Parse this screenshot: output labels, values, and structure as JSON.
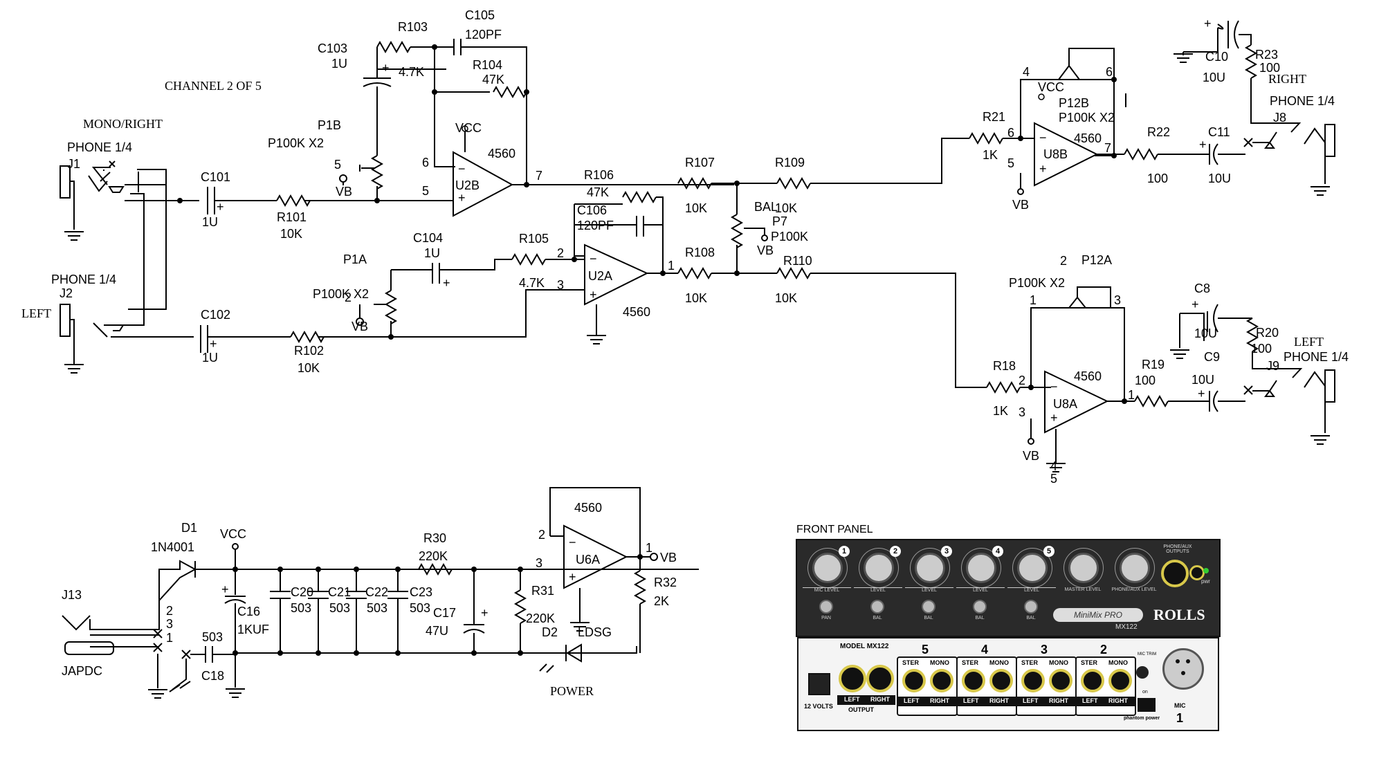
{
  "header": {
    "channel": "CHANNEL 2 OF 5"
  },
  "labels": {
    "mono_right": "MONO/RIGHT",
    "phone_j1": "PHONE 1/4",
    "j1": "J1",
    "phone_j2": "PHONE 1/4",
    "j2": "J2",
    "left_in": "LEFT",
    "c101": "C101",
    "c101_v": "1U",
    "c102": "C102",
    "c102_v": "1U",
    "r101": "R101",
    "r101_v": "10K",
    "r102": "R102",
    "r102_v": "10K",
    "p1b": "P1B",
    "p1b_v": "P100K X2",
    "p1a": "P1A",
    "p1a_v": "P100K X2",
    "vb": "VB",
    "vcc": "VCC",
    "opamp": "4560",
    "c103": "C103",
    "c103_v": "1U",
    "r103": "R103",
    "r103_v": "4.7K",
    "c105": "C105",
    "c105_v": "120PF",
    "r104": "R104",
    "r104_v": "47K",
    "u2b": "U2B",
    "u2a": "U2A",
    "r106": "R106",
    "r106_v": "47K",
    "c106": "C106",
    "c106_v": "120PF",
    "c104": "C104",
    "c104_v": "1U",
    "r105": "R105",
    "r105_v": "4.7K",
    "r107": "R107",
    "r107_v": "10K",
    "r108": "R108",
    "r108_v": "10K",
    "r109": "R109",
    "r109_v": "10K",
    "r110": "R110",
    "r110_v": "10K",
    "bal": "BAL",
    "p7": "P7",
    "p7_v": "P100K",
    "r21": "R21",
    "r21_v": "1K",
    "u8b": "U8B",
    "p12b": "P12B",
    "p12b_v": "P100K X2",
    "r22": "R22",
    "r22_v": "100",
    "c11": "C11",
    "c11_v": "10U",
    "c10": "C10",
    "c10_v": "10U",
    "r23": "R23",
    "r23_v": "100",
    "right_out": "RIGHT",
    "phone_j8": "PHONE 1/4",
    "j8": "J8",
    "r18": "R18",
    "r18_v": "1K",
    "u8a": "U8A",
    "p12a": "P12A",
    "p12a_v": "P100K X2",
    "r19": "R19",
    "r19_v": "100",
    "c9": "C9",
    "c9_v": "10U",
    "c8": "C8",
    "c8_v": "10U",
    "r20": "R20",
    "r20_v": "100",
    "left_out": "LEFT",
    "phone_j9": "PHONE 1/4",
    "j9": "J9",
    "d1": "D1",
    "d1_v": "1N4001",
    "j13": "J13",
    "japdc": "JAPDC",
    "c16": "C16",
    "c16_v": "1KUF",
    "c18": "C18",
    "c18_v": "503",
    "c20": "C20",
    "c21": "C21",
    "c22": "C22",
    "c23": "C23",
    "c_503": "503",
    "r30": "R30",
    "r30_v": "220K",
    "c17": "C17",
    "c17_v": "47U",
    "r31": "R31",
    "r31_v": "220K",
    "u6a": "U6A",
    "r32": "R32",
    "r32_v": "2K",
    "d2": "D2",
    "ldsg": "LDSG",
    "power": "POWER",
    "pins": [
      "1",
      "2",
      "3",
      "4",
      "5",
      "6",
      "7"
    ]
  },
  "panel": {
    "front_title": "FRONT PANEL",
    "channels": [
      "1",
      "2",
      "3",
      "4",
      "5"
    ],
    "mic_level": "MIC LEVEL",
    "level": "LEVEL",
    "master_level": "MASTER LEVEL",
    "phone_aux_level": "PHONE/AUX LEVEL",
    "phone_aux_outputs": "PHONE/AUX OUTPUTS",
    "pwr": "pwr",
    "pan": "PAN",
    "bal": "BAL",
    "brand": "MiniMix PRO",
    "model_short": "MX122",
    "maker": "ROLLS",
    "model": "MODEL MX122",
    "volts": "12 VOLTS",
    "output": "OUTPUT",
    "left": "LEFT",
    "right": "RIGHT",
    "ster": "STER",
    "mono": "MONO",
    "mic_trim": "MIC TRIM",
    "on": "on",
    "phantom": "phantom power",
    "mic": "MIC",
    "rear_channels": [
      "5",
      "4",
      "3",
      "2"
    ],
    "rear_mic_num": "1"
  }
}
